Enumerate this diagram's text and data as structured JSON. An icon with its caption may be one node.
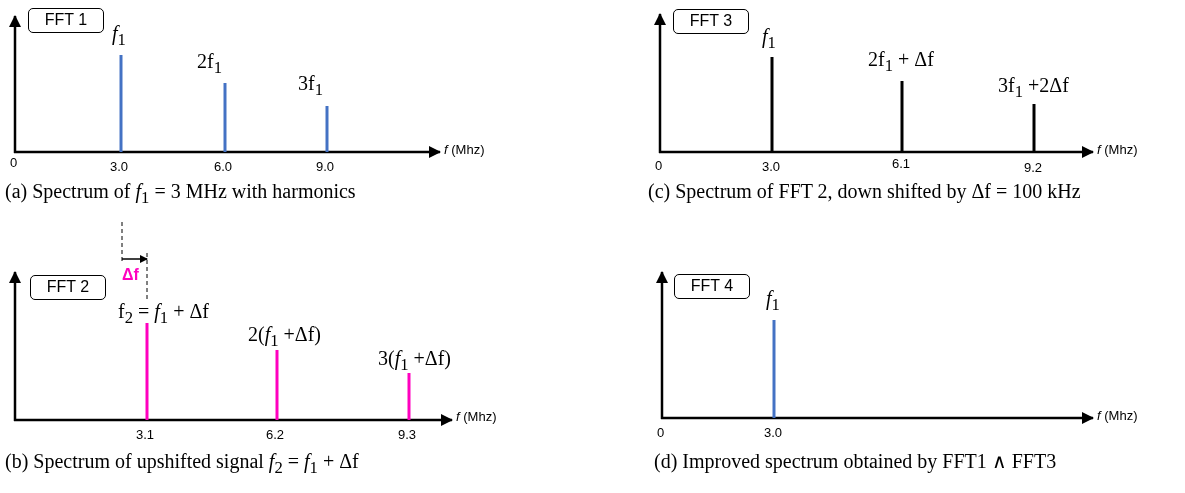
{
  "diagram": {
    "nodes": [
      {
        "text": [
          "FFT 1"
        ]
      },
      {
        "text": [
          "FFT 2"
        ]
      },
      {
        "text": [
          "FFT 3"
        ]
      },
      {
        "text": [
          "FFT 4"
        ]
      }
    ],
    "labels": [
      "*f*$_{1}$",
      "2f$_{1}$",
      "3f$_{1}$",
      "0",
      "3.0",
      "6.0",
      "9.0",
      "*f* (Mhz)",
      "*f*$_{1}$",
      "2f$_{1}$ + Δf",
      "3f$_{1}$ +2Δf",
      "0",
      "3.0",
      "6.1",
      "9.2",
      "*f* (Mhz)",
      "(a) Spectrum of *f*$_{1}$ = 3 MHz with harmonics",
      "(c) Spectrum of FFT 2, down shifted by Δf = 100 kHz",
      "Δf",
      "f$_{2}$ = *f*$_{1}$ + Δf",
      "2(*f*$_{1}$ +Δf)",
      "3(*f*$_{1}$ +Δf)",
      "3.1",
      "6.2",
      "9.3",
      "*f* (Mhz)",
      "*f*$_{1}$",
      "0",
      "3.0",
      "*f* (Mhz)",
      "(b) Spectrum of upshifted signal *f*$_{2}$ = *f*$_{1}$ + Δf",
      "(d) Improved spectrum obtained by FFT1 ∧ FFT3"
    ]
  }
}
